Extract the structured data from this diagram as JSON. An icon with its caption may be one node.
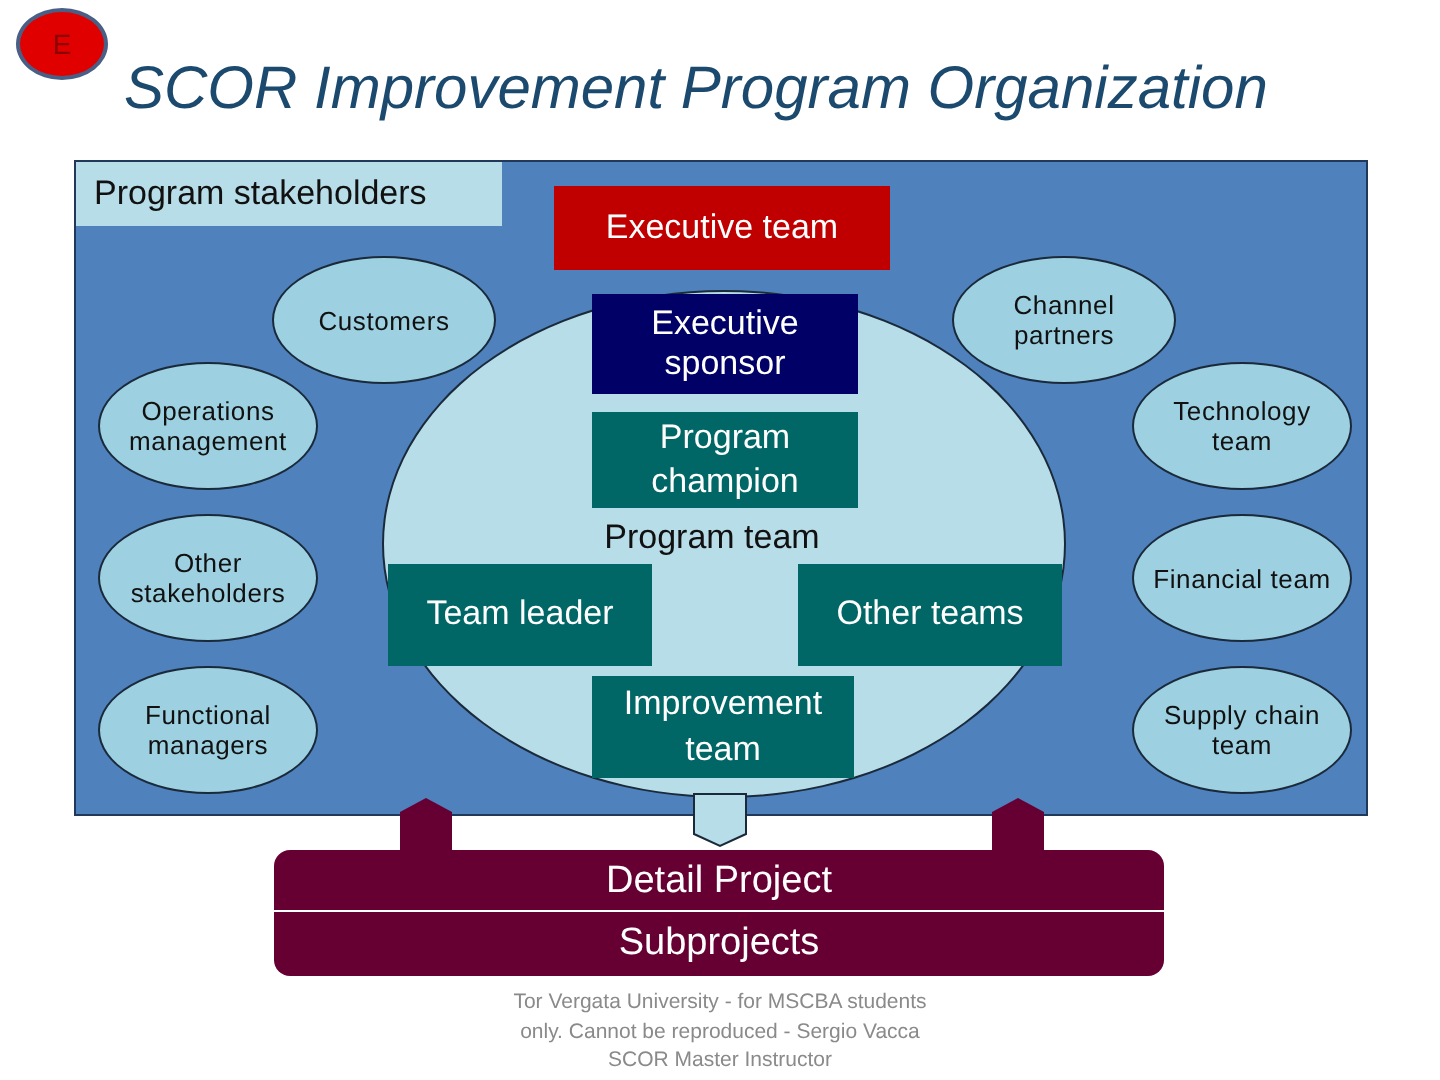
{
  "diagram": {
    "title": "SCOR Improvement Program Organization",
    "nodes": [
      {
        "text": [
          "E"
        ]
      },
      {
        "text": [
          "Program stakeholders"
        ]
      },
      {
        "text": [
          "Executive team"
        ],
        "in": 1
      },
      {
        "text": [
          "Customers"
        ],
        "in": 1
      },
      {
        "text": [
          "Channel partners"
        ],
        "in": 1
      },
      {
        "text": [
          "Operations management"
        ],
        "in": 1
      },
      {
        "text": [
          "Technology team"
        ],
        "in": 1
      },
      {
        "text": [
          "Program team"
        ],
        "in": 1
      },
      {
        "text": [
          "Executive sponsor"
        ],
        "in": 7
      },
      {
        "text": [
          "Program champion"
        ],
        "in": 7
      },
      {
        "text": [
          "Team leader"
        ],
        "in": 7
      },
      {
        "text": [
          "Other teams"
        ],
        "in": 7
      },
      {
        "text": [
          "Improvement team"
        ],
        "in": 7
      },
      {
        "text": [
          "Other stakeholders"
        ],
        "in": 1
      },
      {
        "text": [
          "Financial team"
        ],
        "in": 1
      },
      {
        "text": [
          "Functional managers"
        ],
        "in": 1
      },
      {
        "text": [
          "Supply chain team"
        ],
        "in": 1
      },
      {
        "text": [
          "Detail Project",
          "Subprojects"
        ]
      }
    ],
    "labels": [
      "Tor Vergata University - for MSCBA students only. Cannot be reproduced - Sergio Vacca SCOR Master Instructor"
    ]
  }
}
